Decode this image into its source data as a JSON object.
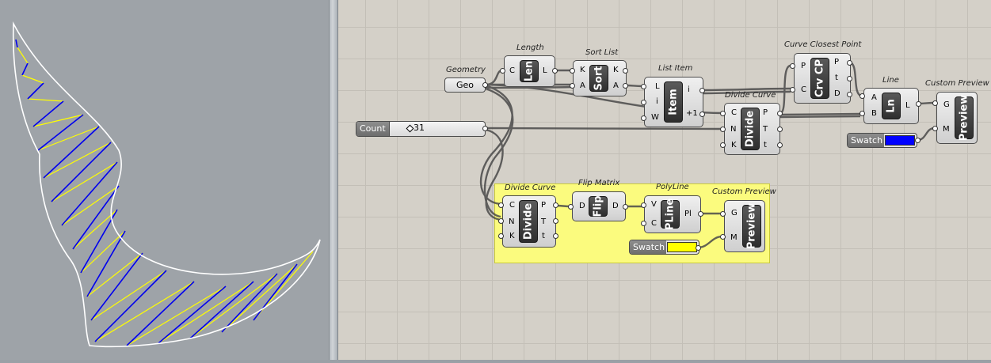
{
  "viewport": {
    "colors": {
      "outline": "#ffffff",
      "lines_a": "#ffff00",
      "lines_b": "#0000ee"
    }
  },
  "slider": {
    "label": "Count",
    "value": "31"
  },
  "geometry_param": {
    "title": "Geometry",
    "label": "Geo"
  },
  "components": {
    "length": {
      "title": "Length",
      "core": "Len",
      "inputs": [
        "C"
      ],
      "outputs": [
        "L"
      ]
    },
    "sort_list": {
      "title": "Sort List",
      "core": "Sort",
      "inputs": [
        "K",
        "A"
      ],
      "outputs": [
        "K",
        "A"
      ]
    },
    "list_item": {
      "title": "List Item",
      "core": "Item",
      "inputs": [
        "L",
        "i",
        "W"
      ],
      "outputs": [
        "i",
        "+1"
      ]
    },
    "divide_curve_top": {
      "title": "Divide Curve",
      "core": "Divide",
      "inputs": [
        "C",
        "N",
        "K"
      ],
      "outputs": [
        "P",
        "T",
        "t"
      ]
    },
    "curve_cp": {
      "title": "Curve Closest Point",
      "core": "Crv CP",
      "inputs": [
        "P",
        "C"
      ],
      "outputs": [
        "P",
        "t",
        "D"
      ]
    },
    "line": {
      "title": "Line",
      "core": "Ln",
      "inputs": [
        "A",
        "B"
      ],
      "outputs": [
        "L"
      ]
    },
    "preview_top": {
      "title": "Custom Preview",
      "core": "Preview",
      "inputs": [
        "G",
        "M"
      ],
      "outputs": []
    },
    "divide_curve_bottom": {
      "title": "Divide Curve",
      "core": "Divide",
      "inputs": [
        "C",
        "N",
        "K"
      ],
      "outputs": [
        "P",
        "T",
        "t"
      ]
    },
    "flip_matrix": {
      "title": "Flip Matrix",
      "core": "Flip",
      "inputs": [
        "D"
      ],
      "outputs": [
        "D"
      ]
    },
    "polyline": {
      "title": "PolyLine",
      "core": "PLine",
      "inputs": [
        "V",
        "C"
      ],
      "outputs": [
        "Pl"
      ]
    },
    "preview_bottom": {
      "title": "Custom Preview",
      "core": "Preview",
      "inputs": [
        "G",
        "M"
      ],
      "outputs": []
    }
  },
  "swatches": {
    "top": {
      "label": "Swatch",
      "color": "#0000ff"
    },
    "bottom": {
      "label": "Swatch",
      "color": "#ffff00"
    }
  },
  "group": {
    "color": "#fbfb7e"
  }
}
